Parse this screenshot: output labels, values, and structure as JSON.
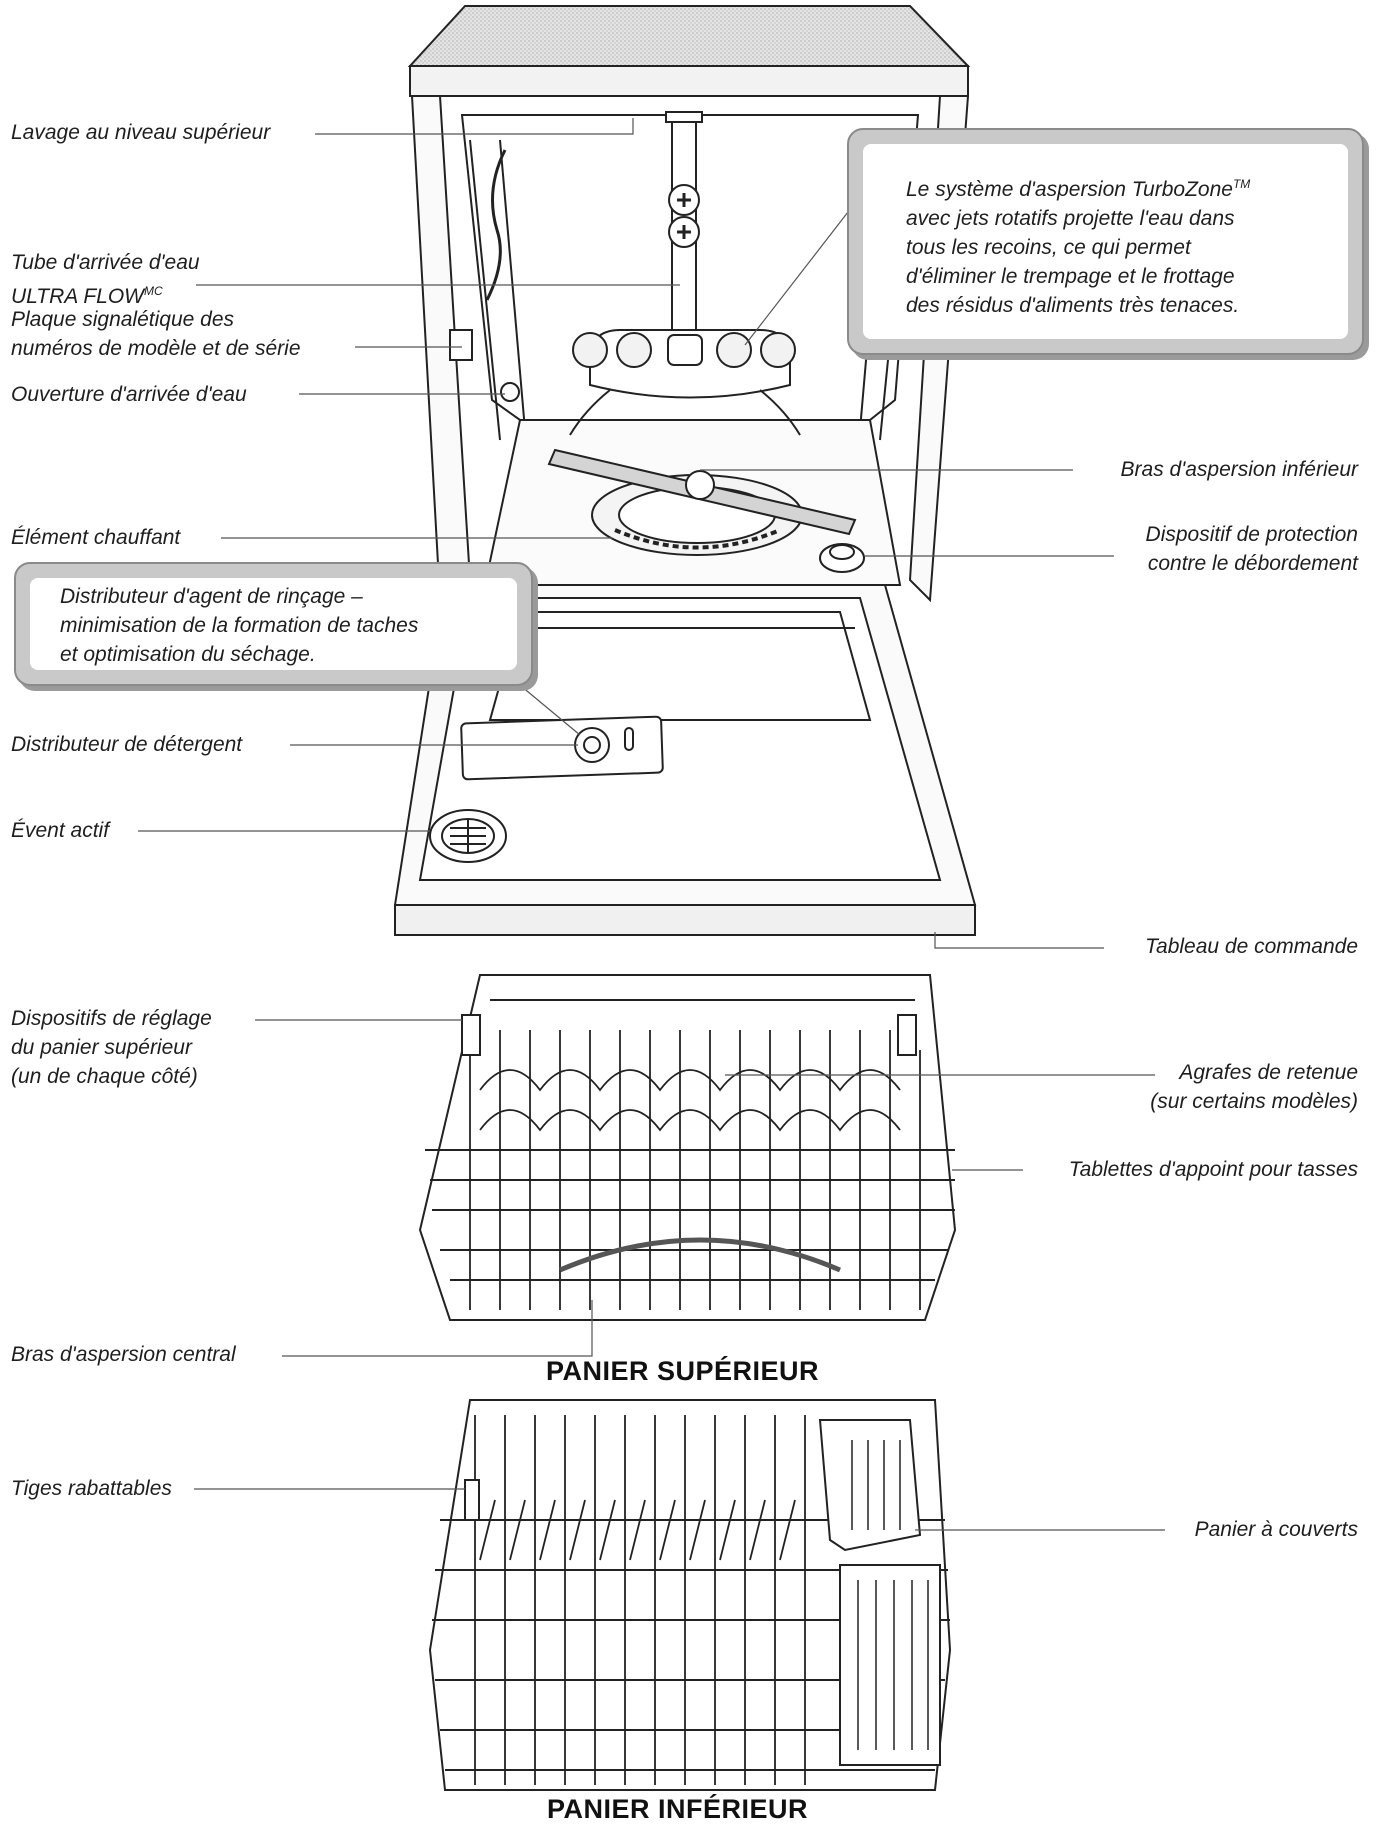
{
  "labels": {
    "upper_wash": "Lavage au niveau supérieur",
    "tube_line1": "Tube d'arrivée d'eau",
    "tube_line2": "ULTRA FLOW",
    "tube_tm": "MC",
    "plate_line1": "Plaque signalétique des",
    "plate_line2": "numéros de modèle et de série",
    "water_inlet": "Ouverture d'arrivée d'eau",
    "heating": "Élément chauffant",
    "detergent": "Distributeur de détergent",
    "vent": "Évent actif",
    "lower_arm": "Bras d'aspersion inférieur",
    "overflow_line1": "Dispositif de protection",
    "overflow_line2": "contre le débordement",
    "control_panel": "Tableau de commande",
    "adjusters_line1": "Dispositifs de réglage",
    "adjusters_line2": "du panier supérieur",
    "adjusters_line3": "(un de chaque côté)",
    "clips_line1": "Agrafes de retenue",
    "clips_line2": "(sur certains modèles)",
    "cup_shelves": "Tablettes d'appoint pour tasses",
    "mid_arm": "Bras d'aspersion central",
    "tines": "Tiges rabattables",
    "silverware": "Panier à couverts"
  },
  "callouts": {
    "turbozone": [
      "Le système d'aspersion TurboZone",
      "avec jets rotatifs projette l'eau dans",
      "tous les recoins, ce qui permet",
      "d'éliminer le trempage et le frottage",
      "des résidus d'aliments très tenaces."
    ],
    "turbozone_tm": "TM",
    "rinse_aid": [
      "Distributeur d'agent de rinçage –",
      "minimisation de la formation de taches",
      "et optimisation du séchage."
    ]
  },
  "titles": {
    "upper_rack": "PANIER SUPÉRIEUR",
    "lower_rack": "PANIER INFÉRIEUR"
  }
}
